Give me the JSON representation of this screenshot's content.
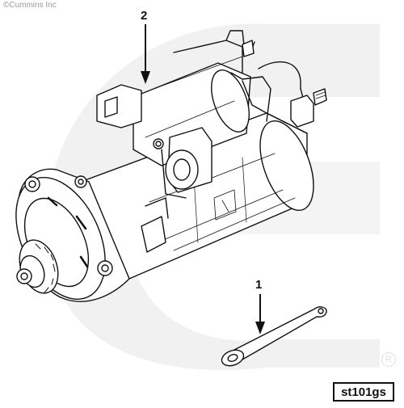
{
  "copyright": "©Cummins Inc",
  "callouts": {
    "part_1": "1",
    "part_2": "2"
  },
  "figure_code": "st101gs",
  "registered_mark": "R",
  "colors": {
    "line": "#111111",
    "watermark": "#ececec"
  }
}
